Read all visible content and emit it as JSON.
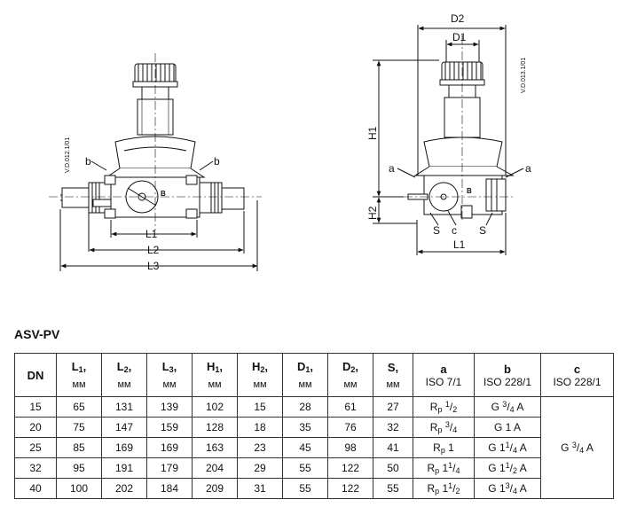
{
  "drawing_left": {
    "code": "V.D.012.1/01",
    "labels": {
      "b_left": "b",
      "b_right": "b",
      "B": "B",
      "L1": "L1",
      "L2": "L2",
      "L3": "L3"
    }
  },
  "drawing_right": {
    "code": "V.D.013.1/01",
    "labels": {
      "D2": "D2",
      "D1": "D1",
      "H1": "H1",
      "H2": "H2",
      "a_left": "a",
      "a_right": "a",
      "S_left": "S",
      "c": "c",
      "S_right": "S",
      "L1": "L1",
      "B": "B"
    }
  },
  "table": {
    "title": "ASV-PV",
    "headers": {
      "dn": "DN",
      "dims": [
        {
          "sym": "L",
          "sub": "1",
          "unit": "мм"
        },
        {
          "sym": "L",
          "sub": "2",
          "unit": "мм"
        },
        {
          "sym": "L",
          "sub": "3",
          "unit": "мм"
        },
        {
          "sym": "H",
          "sub": "1",
          "unit": "мм"
        },
        {
          "sym": "H",
          "sub": "2",
          "unit": "мм"
        },
        {
          "sym": "D",
          "sub": "1",
          "unit": "мм"
        },
        {
          "sym": "D",
          "sub": "2",
          "unit": "мм"
        },
        {
          "sym": "S",
          "sub": "",
          "unit": "мм"
        }
      ],
      "a": {
        "label": "a",
        "std": "ISO 7/1"
      },
      "b": {
        "label": "b",
        "std": "ISO 228/1"
      },
      "c": {
        "label": "c",
        "std": "ISO 228/1"
      }
    },
    "rows": [
      {
        "dn": "15",
        "L1": "65",
        "L2": "131",
        "L3": "139",
        "H1": "102",
        "H2": "15",
        "D1": "28",
        "D2": "61",
        "S": "27",
        "a": {
          "pre": "R",
          "sub": "p",
          "whole": "",
          "num": "1",
          "den": "2"
        },
        "b": {
          "whole": "",
          "num": "3",
          "den": "4",
          "suffix": "A"
        }
      },
      {
        "dn": "20",
        "L1": "75",
        "L2": "147",
        "L3": "159",
        "H1": "128",
        "H2": "18",
        "D1": "35",
        "D2": "76",
        "S": "32",
        "a": {
          "pre": "R",
          "sub": "p",
          "whole": "",
          "num": "3",
          "den": "4"
        },
        "b": {
          "whole": "1",
          "num": "",
          "den": "",
          "suffix": "A"
        }
      },
      {
        "dn": "25",
        "L1": "85",
        "L2": "169",
        "L3": "169",
        "H1": "163",
        "H2": "23",
        "D1": "45",
        "D2": "98",
        "S": "41",
        "a": {
          "pre": "R",
          "sub": "p",
          "whole": "1",
          "num": "",
          "den": ""
        },
        "b": {
          "whole": "1",
          "num": "1",
          "den": "4",
          "suffix": "A"
        }
      },
      {
        "dn": "32",
        "L1": "95",
        "L2": "191",
        "L3": "179",
        "H1": "204",
        "H2": "29",
        "D1": "55",
        "D2": "122",
        "S": "50",
        "a": {
          "pre": "R",
          "sub": "p",
          "whole": "1",
          "num": "1",
          "den": "4"
        },
        "b": {
          "whole": "1",
          "num": "1",
          "den": "2",
          "suffix": "A"
        }
      },
      {
        "dn": "40",
        "L1": "100",
        "L2": "202",
        "L3": "184",
        "H1": "209",
        "H2": "31",
        "D1": "55",
        "D2": "122",
        "S": "55",
        "a": {
          "pre": "R",
          "sub": "p",
          "whole": "1",
          "num": "1",
          "den": "2"
        },
        "b": {
          "whole": "1",
          "num": "3",
          "den": "4",
          "suffix": "A"
        }
      }
    ],
    "c_merged": {
      "pre": "G",
      "num": "3",
      "den": "4",
      "suffix": "A"
    }
  }
}
